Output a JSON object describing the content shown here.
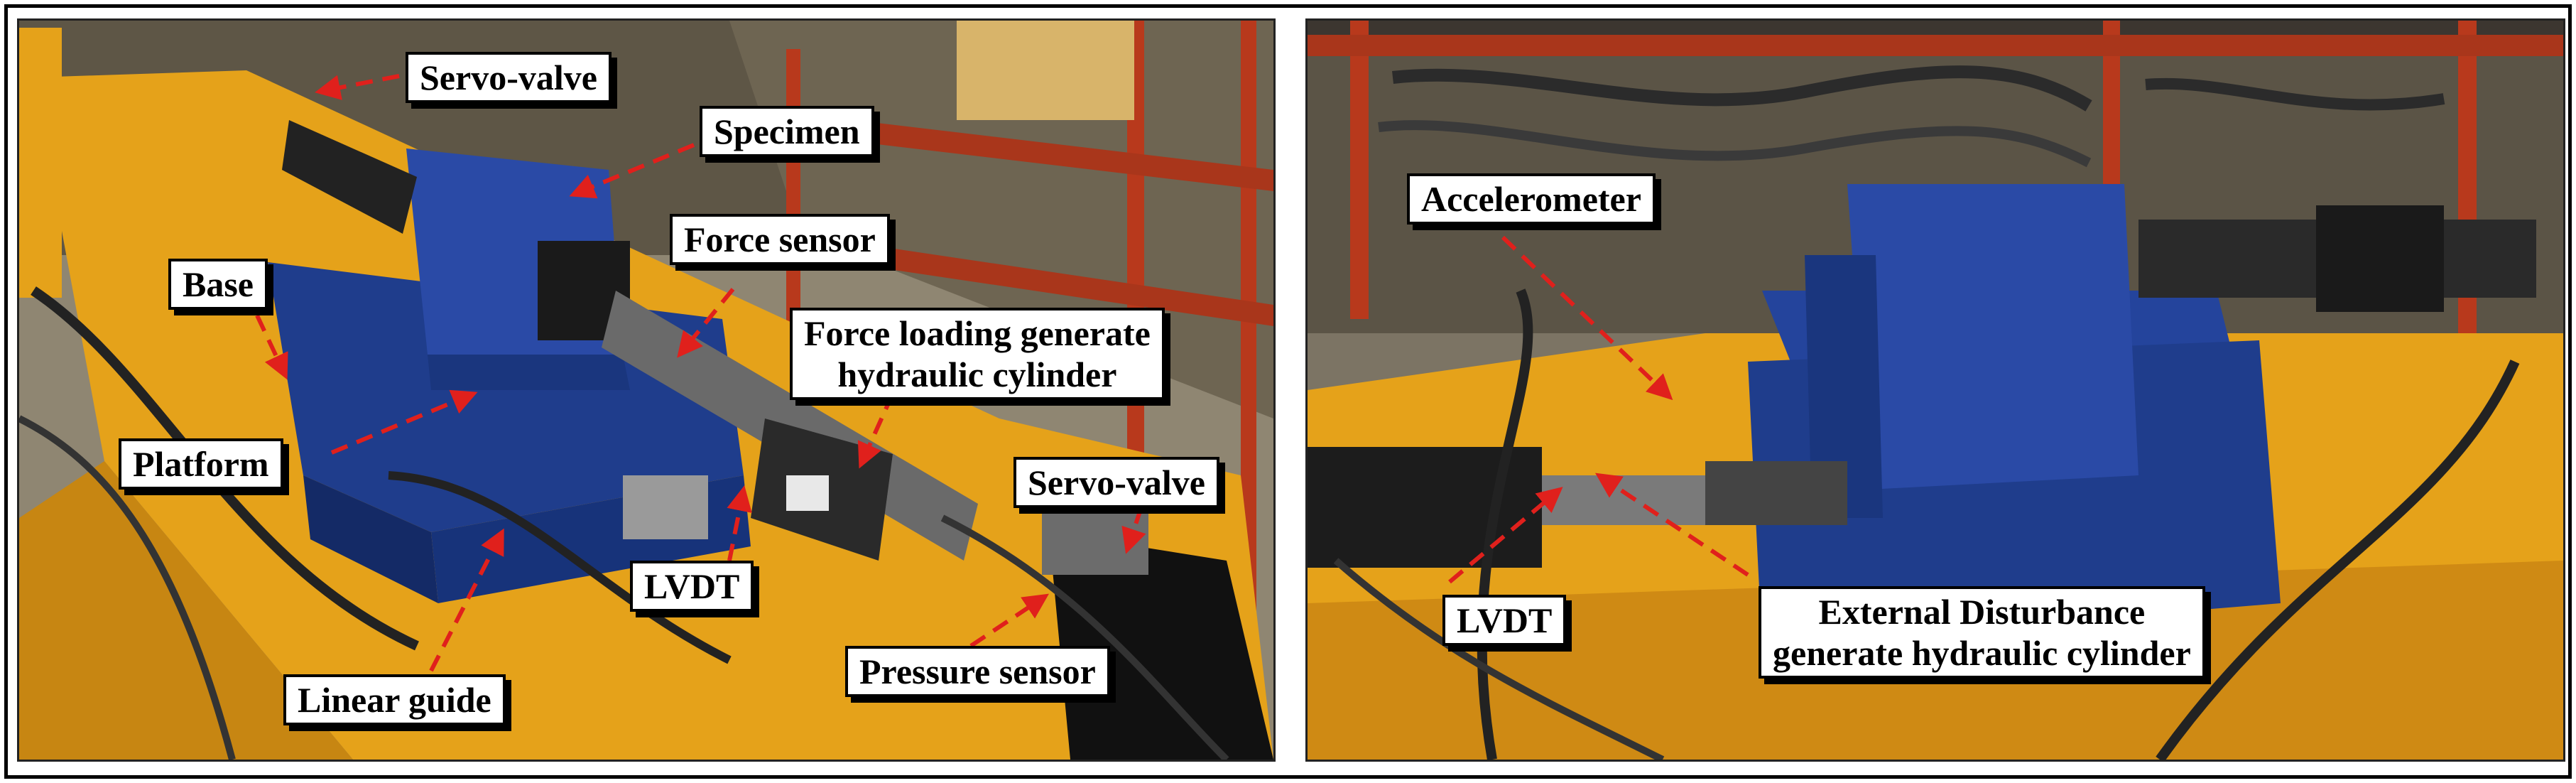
{
  "left_panel": {
    "labels": {
      "servo_valve_top": "Servo-valve",
      "specimen": "Specimen",
      "force_sensor": "Force sensor",
      "base": "Base",
      "force_loading_line1": "Force loading generate",
      "force_loading_line2": "hydraulic cylinder",
      "platform": "Platform",
      "servo_valve_right": "Servo-valve",
      "lvdt": "LVDT",
      "pressure_sensor": "Pressure sensor",
      "linear_guide": "Linear guide"
    }
  },
  "right_panel": {
    "labels": {
      "accelerometer": "Accelerometer",
      "lvdt": "LVDT",
      "external_line1": "External Disturbance",
      "external_line2": "generate hydraulic cylinder"
    }
  },
  "colors": {
    "arrow": "#e0201c",
    "frame": "#e5a21a",
    "platform": "#1f3d8c",
    "rack": "#b8391c",
    "floor": "#a89a7e"
  }
}
